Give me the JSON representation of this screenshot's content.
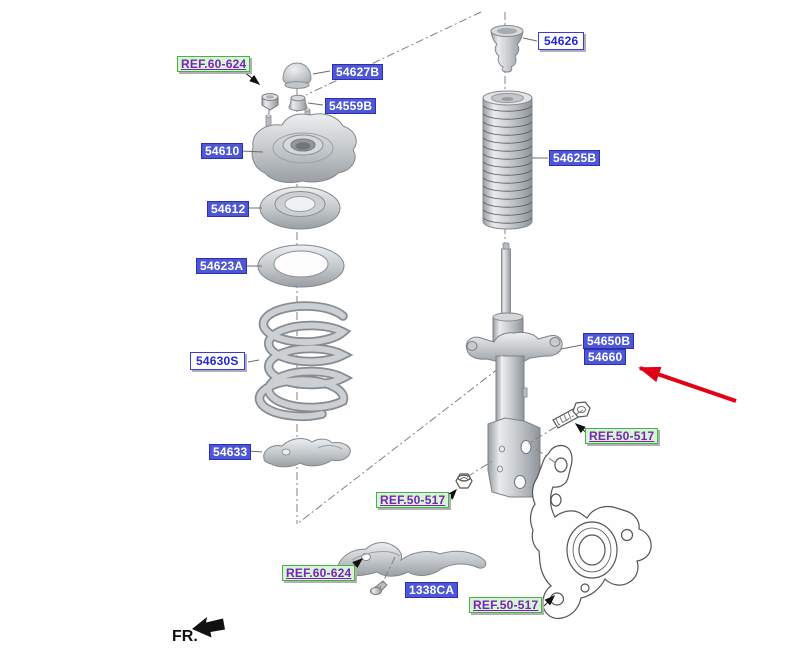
{
  "colors": {
    "page_bg": "#ffffff",
    "highlight_bg": "#4f58d4",
    "highlight_text": "#ffffff",
    "highlight_border": "#2d2db8",
    "box_bg": "#ffffff",
    "box_text": "#2526cf",
    "box_border": "#3a3ad6",
    "ref_bg": "#d4f7d2",
    "ref_text": "#7d1fc0",
    "ref_border": "#49b04c",
    "shadow": "#b0b0b0",
    "red_arrow": "#e30016"
  },
  "diagram": {
    "front_marker": "FR.",
    "labels": {
      "ref60624_top": "REF.60-624",
      "p54627b": "54627B",
      "p54559b": "54559B",
      "p54610": "54610",
      "p54612": "54612",
      "p54623a": "54623A",
      "p54630s": "54630S",
      "p54633": "54633",
      "p54626": "54626",
      "p54625b": "54625B",
      "p54650b": "54650B",
      "p54660": "54660",
      "ref50517_right": "REF.50-517",
      "ref50517_left": "REF.50-517",
      "ref60624_bottom": "REF.60-624",
      "p1338ca": "1338CA",
      "ref50517_bottom": "REF.50-517"
    },
    "highlighted_labels": [
      "54627B",
      "54559B",
      "54610",
      "54612",
      "54623A",
      "54633",
      "54625B",
      "54650B",
      "54660",
      "1338CA"
    ]
  }
}
